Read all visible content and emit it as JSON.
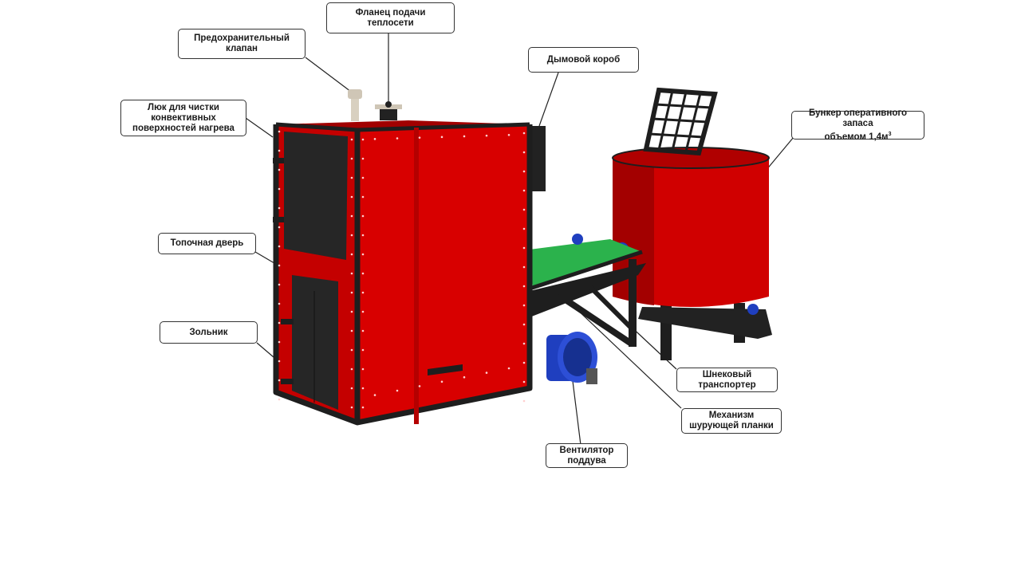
{
  "labels": {
    "flange": "Фланец подачи теплосети",
    "safety_valve": "Предохранительный\nклапан",
    "smoke_box": "Дымовой короб",
    "cleaning_hatch": "Люк для чистки\nконвективных\nповерхностей нагрева",
    "hopper_line1": "Бункер оперативного запаса",
    "hopper_line2_prefix": "объемом 1,4м",
    "hopper_line2_sup": "3",
    "firebox_door": "Топочная дверь",
    "ash_pit": "Зольник",
    "screw_conveyor": "Шнековый\nтранспортер",
    "poker_mechanism": "Механизм\nшурующей планки",
    "blower_fan": "Вентилятор\nподдува"
  },
  "colors": {
    "boiler_red": "#d00000",
    "boiler_dark": "#8a0000",
    "frame_black": "#1e1e1e",
    "conveyor_green": "#2bb24c",
    "fan_blue": "#1f3fbf"
  }
}
